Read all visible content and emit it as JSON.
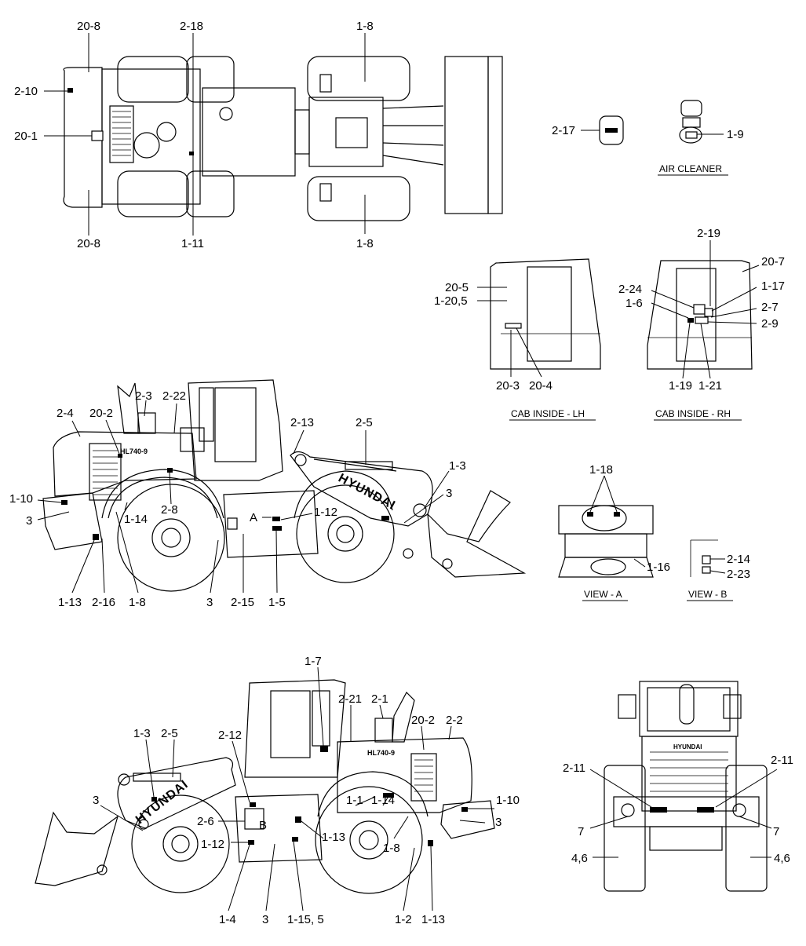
{
  "top_view": {
    "callouts": [
      "20-8",
      "2-18",
      "1-8",
      "2-10",
      "20-1",
      "20-8",
      "1-11",
      "1-8"
    ]
  },
  "air_cleaner": {
    "callouts": [
      "2-17",
      "1-9"
    ],
    "caption": "AIR CLEANER"
  },
  "cab_lh": {
    "callouts": [
      "20-5",
      "1-20,5",
      "20-3",
      "20-4"
    ],
    "caption": "CAB INSIDE - LH"
  },
  "cab_rh": {
    "callouts": [
      "2-19",
      "20-7",
      "1-17",
      "2-24",
      "1-6",
      "2-7",
      "2-9",
      "1-19",
      "1-21"
    ],
    "caption": "CAB INSIDE - RH"
  },
  "left_side": {
    "callouts": [
      "2-3",
      "2-22",
      "2-4",
      "20-2",
      "2-13",
      "2-5",
      "1-3",
      "1-10",
      "3",
      "1-14",
      "2-8",
      "1-12",
      "3",
      "1-13",
      "2-16",
      "1-8",
      "3",
      "2-15",
      "1-5"
    ],
    "marks": [
      "A"
    ],
    "model_text": "HL740-9",
    "brand_text": "HYUNDAI"
  },
  "view_a": {
    "callouts": [
      "1-18",
      "1-16"
    ],
    "caption": "VIEW - A"
  },
  "view_b": {
    "callouts": [
      "2-14",
      "2-23"
    ],
    "caption": "VIEW - B"
  },
  "right_side": {
    "callouts": [
      "1-7",
      "2-21",
      "2-1",
      "20-2",
      "2-2",
      "2-12",
      "1-3",
      "2-5",
      "3",
      "1-1",
      "1-14",
      "1-10",
      "3",
      "2-6",
      "1-13",
      "1-12",
      "1-8",
      "1-4",
      "3",
      "1-15, 5",
      "1-2",
      "1-13"
    ],
    "marks": [
      "B"
    ],
    "model_text": "HL740-9",
    "brand_text": "HYUNDAI"
  },
  "rear_view": {
    "callouts": [
      "2-11",
      "2-11",
      "7",
      "7",
      "4,6",
      "4,6"
    ],
    "brand_text": "HYUNDAI"
  }
}
